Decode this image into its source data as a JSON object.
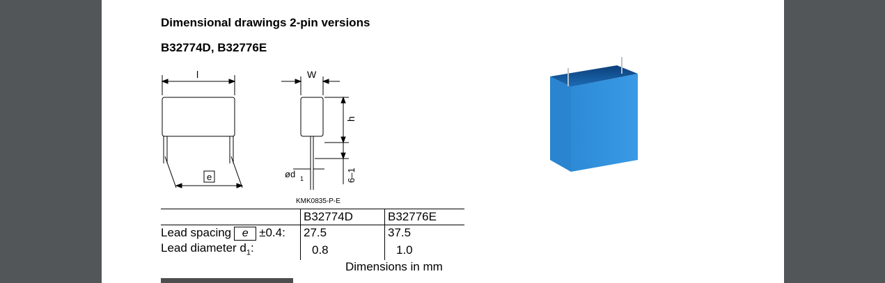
{
  "heading": "Dimensional drawings 2-pin versions",
  "subheading": "B32774D, B32776E",
  "drawing": {
    "labels": {
      "l": "l",
      "w": "W",
      "h": "h",
      "e": "e",
      "d1": "ød",
      "d1_sub": "1",
      "lead": "6–1"
    },
    "code": "KMK0835-P-E"
  },
  "table": {
    "headers": [
      "B32774D",
      "B32776E"
    ],
    "rows": [
      {
        "label_pre": "Lead spacing",
        "label_box": "e",
        "label_post": "±0.4:",
        "values": [
          "27.5",
          "37.5"
        ]
      },
      {
        "label_pre": "Lead diameter d",
        "label_sub": "1",
        "label_post": ":",
        "values": [
          "0.8",
          "1.0"
        ]
      }
    ],
    "footer": "Dimensions in mm"
  },
  "colors": {
    "viewer_bg": "#525659",
    "page_bg": "#ffffff",
    "capacitor_blue": "#2f8fdc"
  }
}
